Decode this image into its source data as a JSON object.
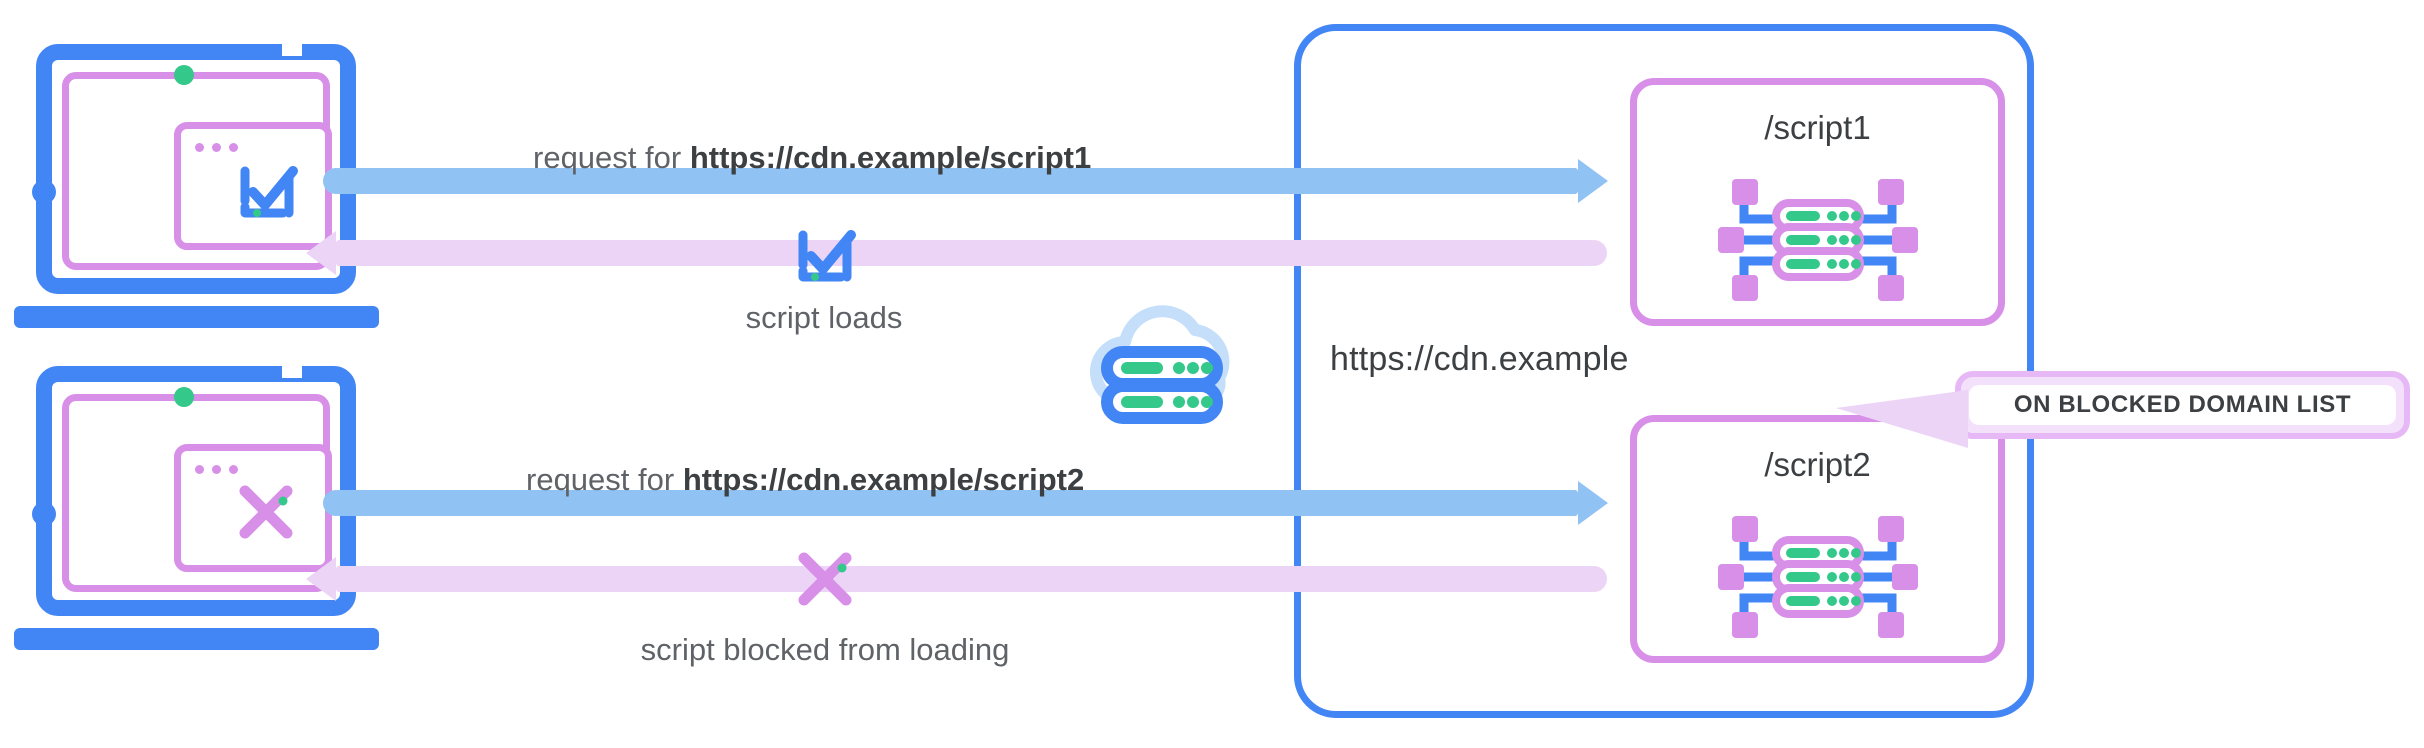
{
  "diagram": {
    "title": "CDN script blocking diagram",
    "cdn": {
      "label": "https://cdn.example",
      "border_color": "#4285f4"
    },
    "rows": [
      {
        "id": "script1",
        "request_prefix": "request for ",
        "request_url": "https://cdn.example/script1",
        "result_label": "script loads",
        "script_box_title": "/script1",
        "status": "allowed",
        "browser_icon": "checkbox-check-icon",
        "result_icon": "checkbox-check-icon"
      },
      {
        "id": "script2",
        "request_prefix": "request for ",
        "request_url": "https://cdn.example/script2",
        "result_label": "script blocked from loading",
        "script_box_title": "/script2",
        "status": "blocked",
        "browser_icon": "cross-x-icon",
        "result_icon": "cross-x-icon"
      }
    ],
    "callout": {
      "text": "ON BLOCKED DOMAIN LIST",
      "fill": "#f3e1fb",
      "border": "#e6b8f5"
    },
    "cloud_icon_name": "cloud-server-icon",
    "colors": {
      "blue": "#4285f4",
      "light_blue_arrow": "#90c2f3",
      "pink": "#d78fe8",
      "light_pink_arrow": "#ecd4f7",
      "green": "#34c88a",
      "cloud": "#c5dffb",
      "text": "#3c4043"
    }
  }
}
